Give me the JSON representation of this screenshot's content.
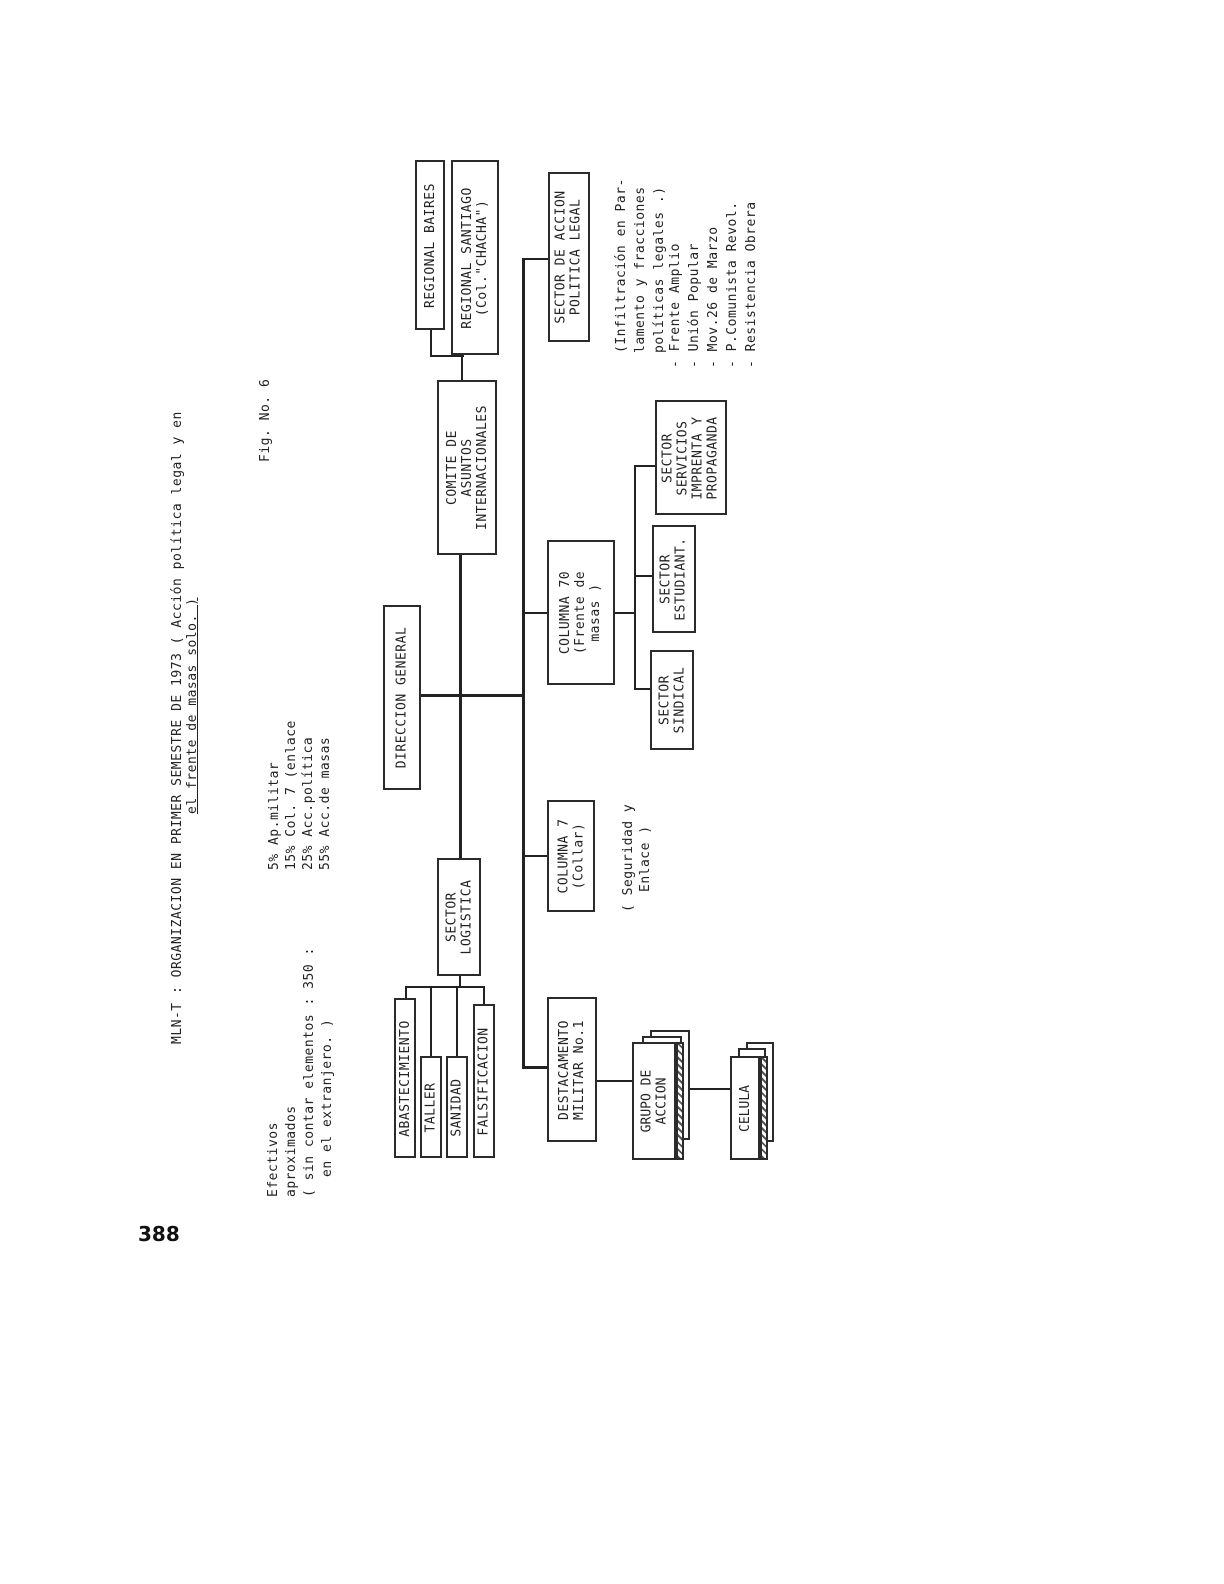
{
  "title": {
    "line1": "MLN-T :  ORGANIZACION EN PRIMER SEMESTRE DE 1973  ( Acción política legal y en",
    "line2": "el frente de masas solo. )"
  },
  "figure_label": "Fig. No. 6",
  "efectivos": {
    "lines": [
      "Efectivos",
      "aproximados",
      "( sin contar elementos  :  350  :",
      "en el extranjero. )"
    ],
    "breakdown": [
      "5% Ap.militar",
      "15% Col. 7 (enlace",
      "25% Acc.política",
      "55% Acc.de masas"
    ]
  },
  "boxes": {
    "direccion_general": "DIRECCION GENERAL",
    "comite": [
      "COMITE DE",
      "ASUNTOS",
      "INTERNACIONALES"
    ],
    "regional_bsas": "REGIONAL BAIRES",
    "regional_santiago": [
      "REGIONAL SANTIAGO",
      "(Col.\"CHACHA\")"
    ],
    "sector_logistica": [
      "SECTOR",
      "LOGISTICA"
    ],
    "abastecimiento": "ABASTECIMIENTO",
    "taller": "TALLER",
    "sanidad": "SANIDAD",
    "falsificacion": "FALSIFICACION",
    "destacamento": [
      "DESTACAMENTO",
      "MILITAR No.1"
    ],
    "columna7": [
      "COLUMNA 7",
      "(Collar)"
    ],
    "columna70": [
      "COLUMNA 70",
      "(Frente de",
      "masas )"
    ],
    "sector_accion": [
      "SECTOR DE ACCION",
      "POLITICA LEGAL"
    ],
    "sector_sindical": [
      "SECTOR",
      "SINDICAL"
    ],
    "sector_estudiant": [
      "SECTOR",
      "ESTUDIANT."
    ],
    "sector_servicios": [
      "SECTOR",
      "SERVICIOS",
      "IMPRENTA Y",
      "PROPAGANDA"
    ],
    "grupo_accion": [
      "GRUPO DE",
      "ACCION"
    ],
    "celula": "CELULA"
  },
  "notes": {
    "columna7_note": [
      "( Seguridad y",
      "Enlace )"
    ],
    "accion_note": [
      "(Infiltración en Par-",
      "lamento y fracciones",
      "políticas legales .)"
    ],
    "fronts": [
      "- Frente Amplio",
      "- Unión Popular",
      "- Mov.26 de Marzo",
      "- P.Comunista Revol.",
      "- Resistencia Obrera"
    ]
  },
  "page_number": "388"
}
